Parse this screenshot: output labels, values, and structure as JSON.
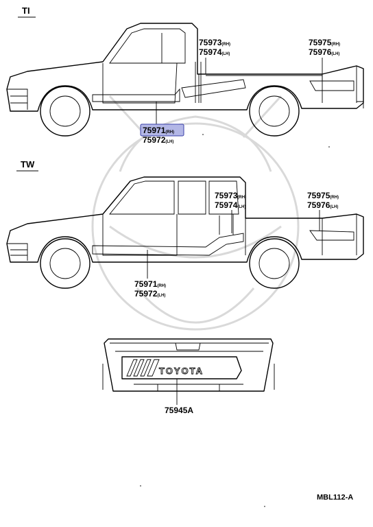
{
  "sections": {
    "ti": "TI",
    "tw": "TW"
  },
  "callouts": {
    "ti_upper_rh": {
      "part": "75973",
      "side": "(RH)"
    },
    "ti_upper_lh": {
      "part": "75974",
      "side": "(LH)"
    },
    "ti_bed_rh": {
      "part": "75975",
      "side": "(RH)"
    },
    "ti_bed_lh": {
      "part": "75976",
      "side": "(LH)"
    },
    "ti_lower_rh": {
      "part": "75971",
      "side": "(RH)"
    },
    "ti_lower_lh": {
      "part": "75972",
      "side": "(LH)"
    },
    "tw_upper_rh": {
      "part": "75973",
      "side": "(RH)"
    },
    "tw_upper_lh": {
      "part": "75974",
      "side": "(LH)"
    },
    "tw_bed_rh": {
      "part": "75975",
      "side": "(RH)"
    },
    "tw_bed_lh": {
      "part": "75976",
      "side": "(LH)"
    },
    "tw_lower_rh": {
      "part": "75971",
      "side": "(RH)"
    },
    "tw_lower_lh": {
      "part": "75972",
      "side": "(LH)"
    },
    "tailgate": {
      "part": "75945A"
    }
  },
  "tailgate_emblem": "TOYOTA",
  "reference_code": "MBL112-A",
  "colors": {
    "highlight_fill": "#b3b7e6",
    "highlight_stroke": "#3a3fa8",
    "watermark": "#d9d9d9"
  }
}
